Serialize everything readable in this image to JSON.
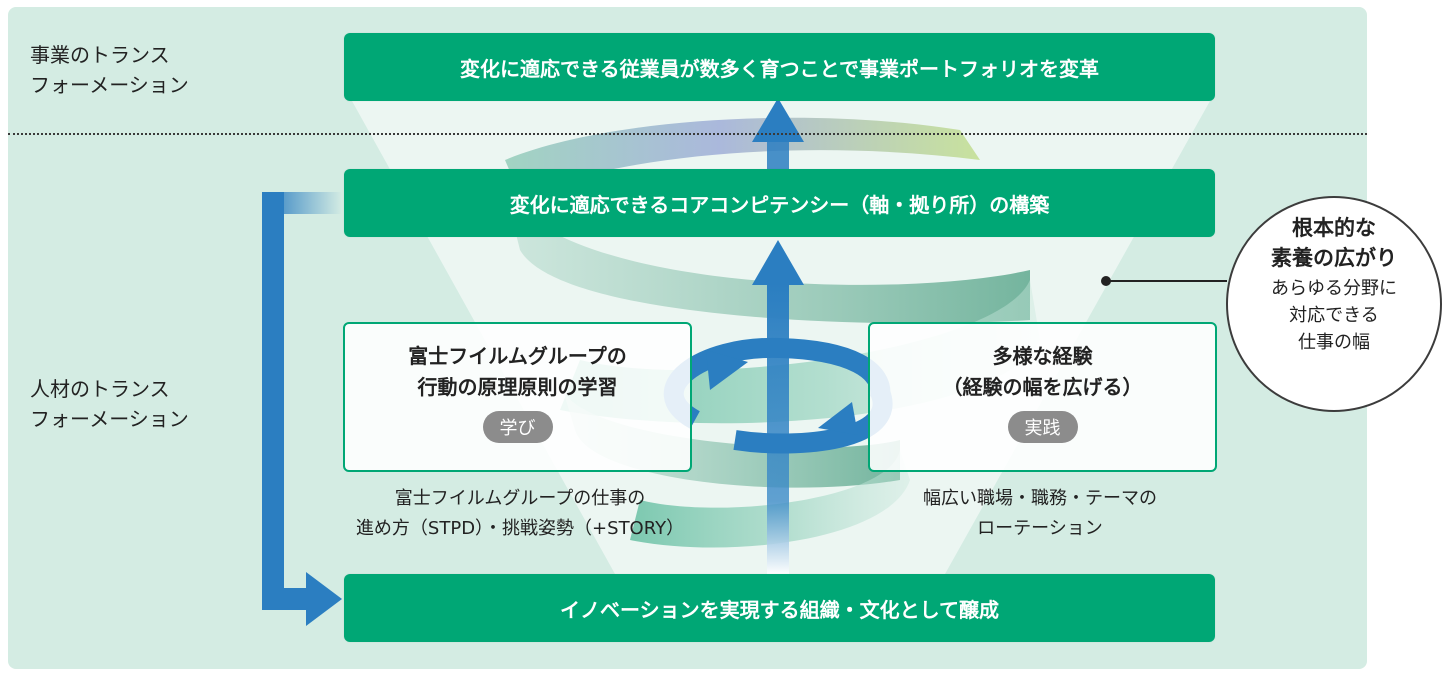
{
  "side_labels": {
    "business": [
      "事業のトランス",
      "フォーメーション"
    ],
    "people": [
      "人材のトランス",
      "フォーメーション"
    ]
  },
  "bands": {
    "top": "変化に適応できる従業員が数多く育つことで事業ポートフォリオを変革",
    "core": "変化に適応できるコアコンピテンシー（軸・拠り所）の構築",
    "bottom": "イノベーションを実現する組織・文化として醸成"
  },
  "learn_box": {
    "title": [
      "富士フイルムグループの",
      "行動の原理原則の学習"
    ],
    "pill": "学び"
  },
  "practice_box": {
    "title": [
      "多様な経験",
      "（経験の幅を広げる）"
    ],
    "pill": "実践"
  },
  "captions": {
    "learn": [
      "富士フイルムグループの仕事の",
      "進め方（STPD）・挑戦姿勢（+STORY）"
    ],
    "practice": [
      "幅広い職場・職務・テーマの",
      "ローテーション"
    ]
  },
  "callout": {
    "title": [
      "根本的な",
      "素養の広がり"
    ],
    "sub": [
      "あらゆる分野に",
      "対応できる",
      "仕事の幅"
    ]
  },
  "colors": {
    "panel": "#d4ece3",
    "band": "#00a775",
    "arrow": "#2b7ec1",
    "pill": "#8c8c8c"
  }
}
